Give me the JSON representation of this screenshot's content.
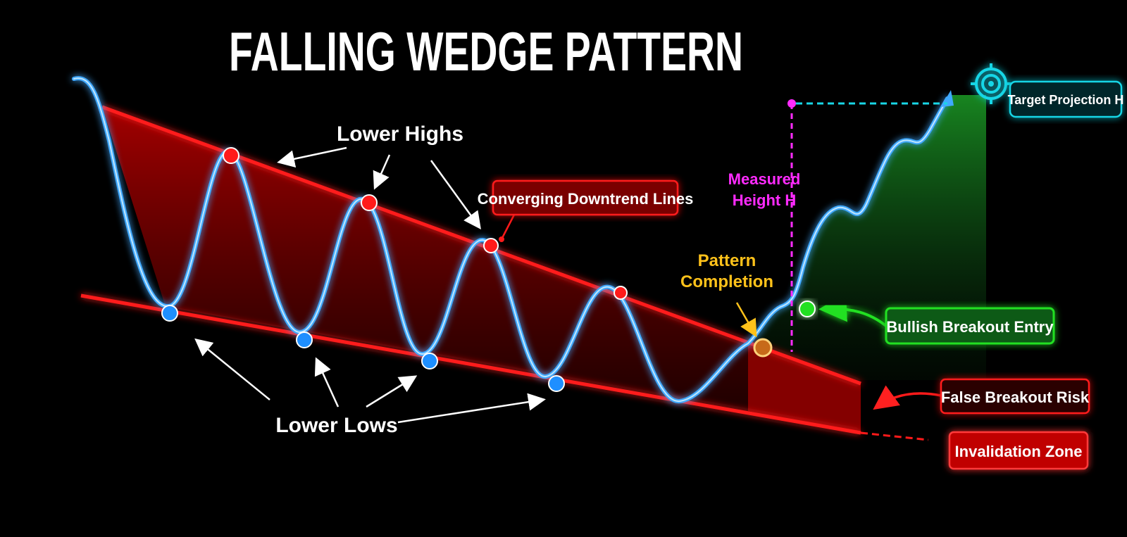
{
  "title": "FALLING WEDGE PATTERN",
  "labels": {
    "lower_highs": "Lower Highs",
    "lower_lows": "Lower Lows",
    "converging": "Converging Downtrend Lines",
    "measured_line1": "Measured",
    "measured_line2": "Height H",
    "pattern_line1": "Pattern",
    "pattern_line2": "Completion",
    "target": "Target Projection H",
    "bullish": "Bullish Breakout Entry",
    "false_breakout": "False Breakout Risk",
    "invalidation": "Invalidation Zone"
  },
  "colors": {
    "background": "#000000",
    "price_line": "#3fa9ff",
    "trendline": "#ff1a1a",
    "wedge_fill": "#b00000",
    "high_marker": "#ff1a1a",
    "low_marker": "#1e8fff",
    "completion_marker": "#c76a1a",
    "breakout_marker": "#22e022",
    "target": "#19d6e6",
    "measured": "#ff2bff",
    "pattern_completion_text": "#ffc21a",
    "bullish_fill": "#0f6b1e",
    "arrow": "#ffffff"
  },
  "icons": [
    "target-icon"
  ]
}
